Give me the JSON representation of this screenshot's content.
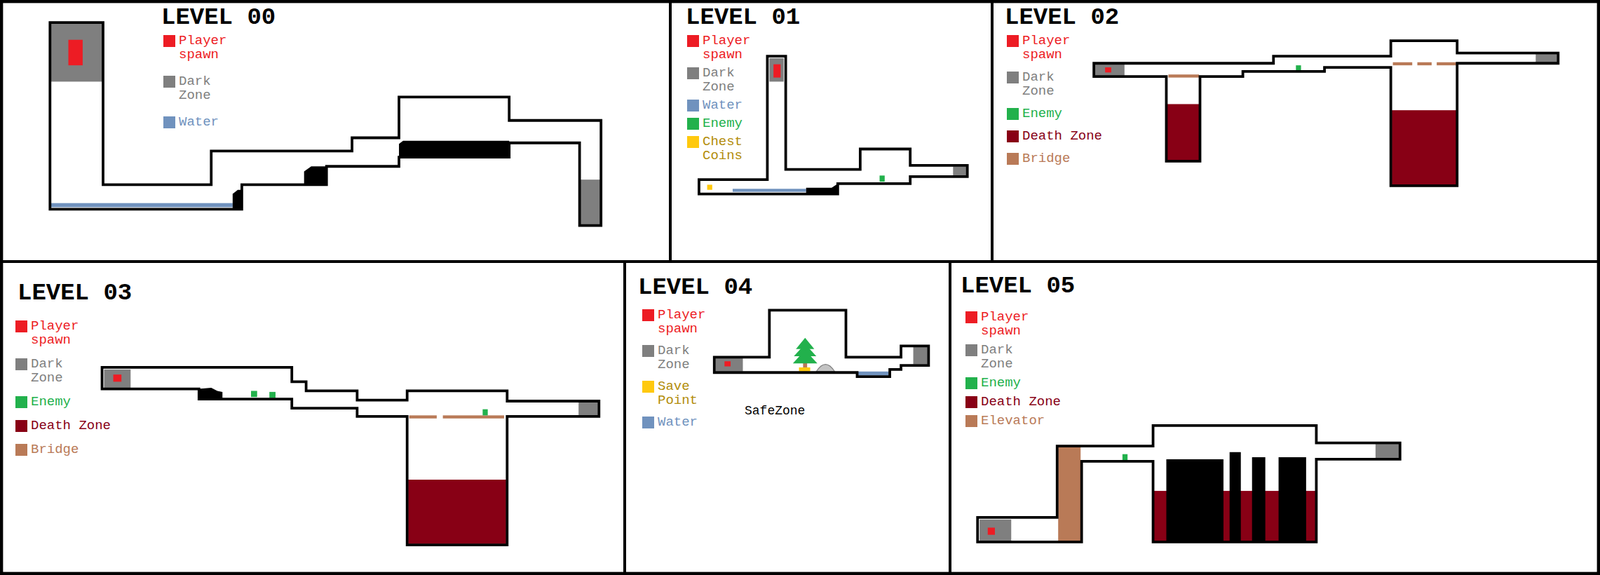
{
  "diagram": {
    "nodes": [
      {
        "text": [
          "LEVEL 00"
        ]
      },
      {
        "text": [
          "LEVEL 01"
        ]
      },
      {
        "text": [
          "LEVEL 02"
        ]
      },
      {
        "text": [
          "LEVEL 03"
        ]
      },
      {
        "text": [
          "LEVEL 04"
        ]
      },
      {
        "text": [
          "LEVEL 05"
        ]
      }
    ],
    "labels": [
      "SafeZone"
    ],
    "legend": [
      {
        "text": "Player spawn",
        "color": "#ed1c24"
      },
      {
        "text": "Dark Zone",
        "color": "#7f7f7f"
      },
      {
        "text": "Water",
        "color": "#7092be"
      },
      {
        "text": "Player spawn",
        "color": "#ed1c24"
      },
      {
        "text": "Dark Zone",
        "color": "#7f7f7f"
      },
      {
        "text": "Water",
        "color": "#7092be"
      },
      {
        "text": "Enemy",
        "color": "#22b14c"
      },
      {
        "text": "Chest Coins",
        "color": "#ffc90e"
      },
      {
        "text": "Player spawn",
        "color": "#ed1c24"
      },
      {
        "text": "Dark Zone",
        "color": "#7f7f7f"
      },
      {
        "text": "Enemy",
        "color": "#22b14c"
      },
      {
        "text": "Death Zone",
        "color": "#880015"
      },
      {
        "text": "Bridge",
        "color": "#b97a57"
      },
      {
        "text": "Player spawn",
        "color": "#ed1c24"
      },
      {
        "text": "Dark Zone",
        "color": "#7f7f7f"
      },
      {
        "text": "Enemy",
        "color": "#22b14c"
      },
      {
        "text": "Death Zone",
        "color": "#880015"
      },
      {
        "text": "Bridge",
        "color": "#b97a57"
      },
      {
        "text": "Player spawn",
        "color": "#ed1c24"
      },
      {
        "text": "Dark Zone",
        "color": "#7f7f7f"
      },
      {
        "text": "Save Point",
        "color": "#ffc90e"
      },
      {
        "text": "Water",
        "color": "#7092be"
      },
      {
        "text": "Player spawn",
        "color": "#ed1c24"
      },
      {
        "text": "Dark Zone",
        "color": "#7f7f7f"
      },
      {
        "text": "Enemy",
        "color": "#22b14c"
      },
      {
        "text": "Death Zone",
        "color": "#880015"
      },
      {
        "text": "Elevator",
        "color": "#b97a57"
      }
    ]
  }
}
